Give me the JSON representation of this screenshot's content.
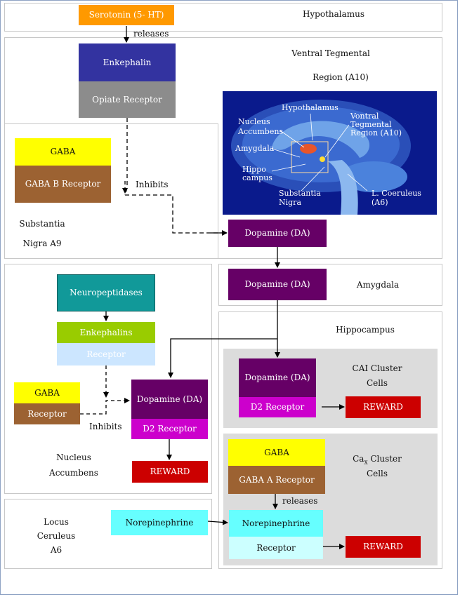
{
  "nodes": {
    "serotonin": "Serotonin (5- HT)",
    "enkephalin": "Enkephalin",
    "opiate_receptor": "Opiate Receptor",
    "gaba_sn": "GABA",
    "gaba_b_receptor": "GABA B Receptor",
    "dopamine_vta": "Dopamine (DA)",
    "dopamine_amygdala": "Dopamine (DA)",
    "neuropeptidases": "Neuropeptidases",
    "enkephalins": "Enkephalins",
    "receptor_enk": "Receptor",
    "gaba_na": "GABA",
    "receptor_na": "Receptor",
    "dopamine_na": "Dopamine (DA)",
    "d2_receptor_na": "D2 Receptor",
    "reward_na": "REWARD",
    "dopamine_cai": "Dopamine (DA)",
    "d2_receptor_cai": "D2 Receptor",
    "reward_cai": "REWARD",
    "gaba_cax": "GABA",
    "gaba_a_receptor": "GABA A Receptor",
    "norepinephrine_lc": "Norepinephrine",
    "norepinephrine_cax": "Norepinephrine",
    "receptor_cax": "Receptor",
    "reward_cax": "REWARD"
  },
  "regions": {
    "hypothalamus": "Hypothalamus",
    "vta_line1": "Ventral Tegmental",
    "vta_line2": "Region (A10)",
    "sn_line1": "Substantia",
    "sn_line2": "Nigra A9",
    "amygdala": "Amygdala",
    "hippocampus": "Hippocampus",
    "cai_line1": "CAI Cluster",
    "cai_line2": "Cells",
    "cax_line1_prefix": "Ca",
    "cax_line1_sub": "x",
    "cax_line1_suffix": " Cluster",
    "cax_line2": "Cells",
    "na_line1": "Nucleus",
    "na_line2": "Accumbens",
    "lc_line1": "Locus",
    "lc_line2": "Ceruleus",
    "lc_line3": "A6"
  },
  "edge_labels": {
    "releases_top": "releases",
    "inhibits_sn": "Inhibits",
    "inhibits_na": "Inhibits",
    "releases_cax": "releases"
  },
  "brain_labels": {
    "hypothalamus": "Hypothalamus",
    "nucleus_accumbens_1": "Nucleus",
    "nucleus_accumbens_2": "Accumbens",
    "vta_1": "Vontral",
    "vta_2": "Tegmental",
    "vta_3": "Region (A10)",
    "amygdala": "Amygdala",
    "hippocampus_1": "Hippo",
    "hippocampus_2": "campus",
    "substantia_nigra_1": "Substantia",
    "substantia_nigra_2": "Nigra",
    "locus_coeruleus_1": "L. Coeruleus",
    "locus_coeruleus_2": "(A6)"
  },
  "colors": {
    "serotonin": "#ff9900",
    "enkephalin": "#3333a0",
    "opiate_receptor": "#8c8c8c",
    "gaba": "#ffff00",
    "gaba_receptor": "#9c6232",
    "dopamine": "#660066",
    "d2_receptor": "#cc00cc",
    "reward": "#cc0000",
    "neuropeptidases": "#119999",
    "enkephalins": "#99cc00",
    "receptor_light": "#cce6ff",
    "norepinephrine": "#66ffff",
    "receptor_cax": "#ccffff",
    "brain_bg": "#0a1a8c"
  }
}
